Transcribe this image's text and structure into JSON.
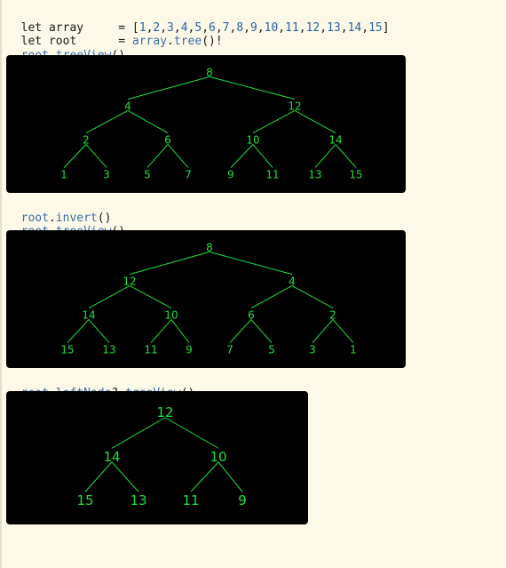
{
  "code": {
    "line1": {
      "keyword": "let",
      "name": "array",
      "equals": "=",
      "open": "[",
      "values": [
        "1",
        "2",
        "3",
        "4",
        "5",
        "6",
        "7",
        "8",
        "9",
        "10",
        "11",
        "12",
        "13",
        "14",
        "15"
      ],
      "sep": ",",
      "close": "]"
    },
    "line2": {
      "keyword": "let",
      "name": "root",
      "equals": "=",
      "target": "array",
      "dot": ".",
      "method": "tree",
      "suffix": "()!"
    },
    "line3": {
      "target": "root",
      "dot": ".",
      "method": "treeView",
      "suffix": "()"
    },
    "line4": {
      "target": "root",
      "dot": ".",
      "method": "invert",
      "suffix": "()"
    },
    "line5": {
      "target": "root",
      "dot": ".",
      "method": "treeView",
      "suffix": "()"
    },
    "line6": {
      "target": "root",
      "dot": ".",
      "prop": "leftNode",
      "optional": "?.",
      "method": "treeView",
      "suffix": "()"
    }
  },
  "trees": [
    {
      "levels": [
        [
          "8"
        ],
        [
          "4",
          "12"
        ],
        [
          "2",
          "6",
          "10",
          "14"
        ],
        [
          "1",
          "3",
          "5",
          "7",
          "9",
          "11",
          "13",
          "15"
        ]
      ]
    },
    {
      "levels": [
        [
          "8"
        ],
        [
          "12",
          "4"
        ],
        [
          "14",
          "10",
          "6",
          "2"
        ],
        [
          "15",
          "13",
          "11",
          "9",
          "7",
          "5",
          "3",
          "1"
        ]
      ]
    },
    {
      "levels": [
        [
          "12"
        ],
        [
          "14",
          "10"
        ],
        [
          "15",
          "13",
          "11",
          "9"
        ]
      ]
    }
  ],
  "colors": {
    "background": "#fdf9e8",
    "panel": "#000000",
    "node": "#1ee03a",
    "identifier": "#3a6ea8",
    "number": "#2a5fa0"
  }
}
